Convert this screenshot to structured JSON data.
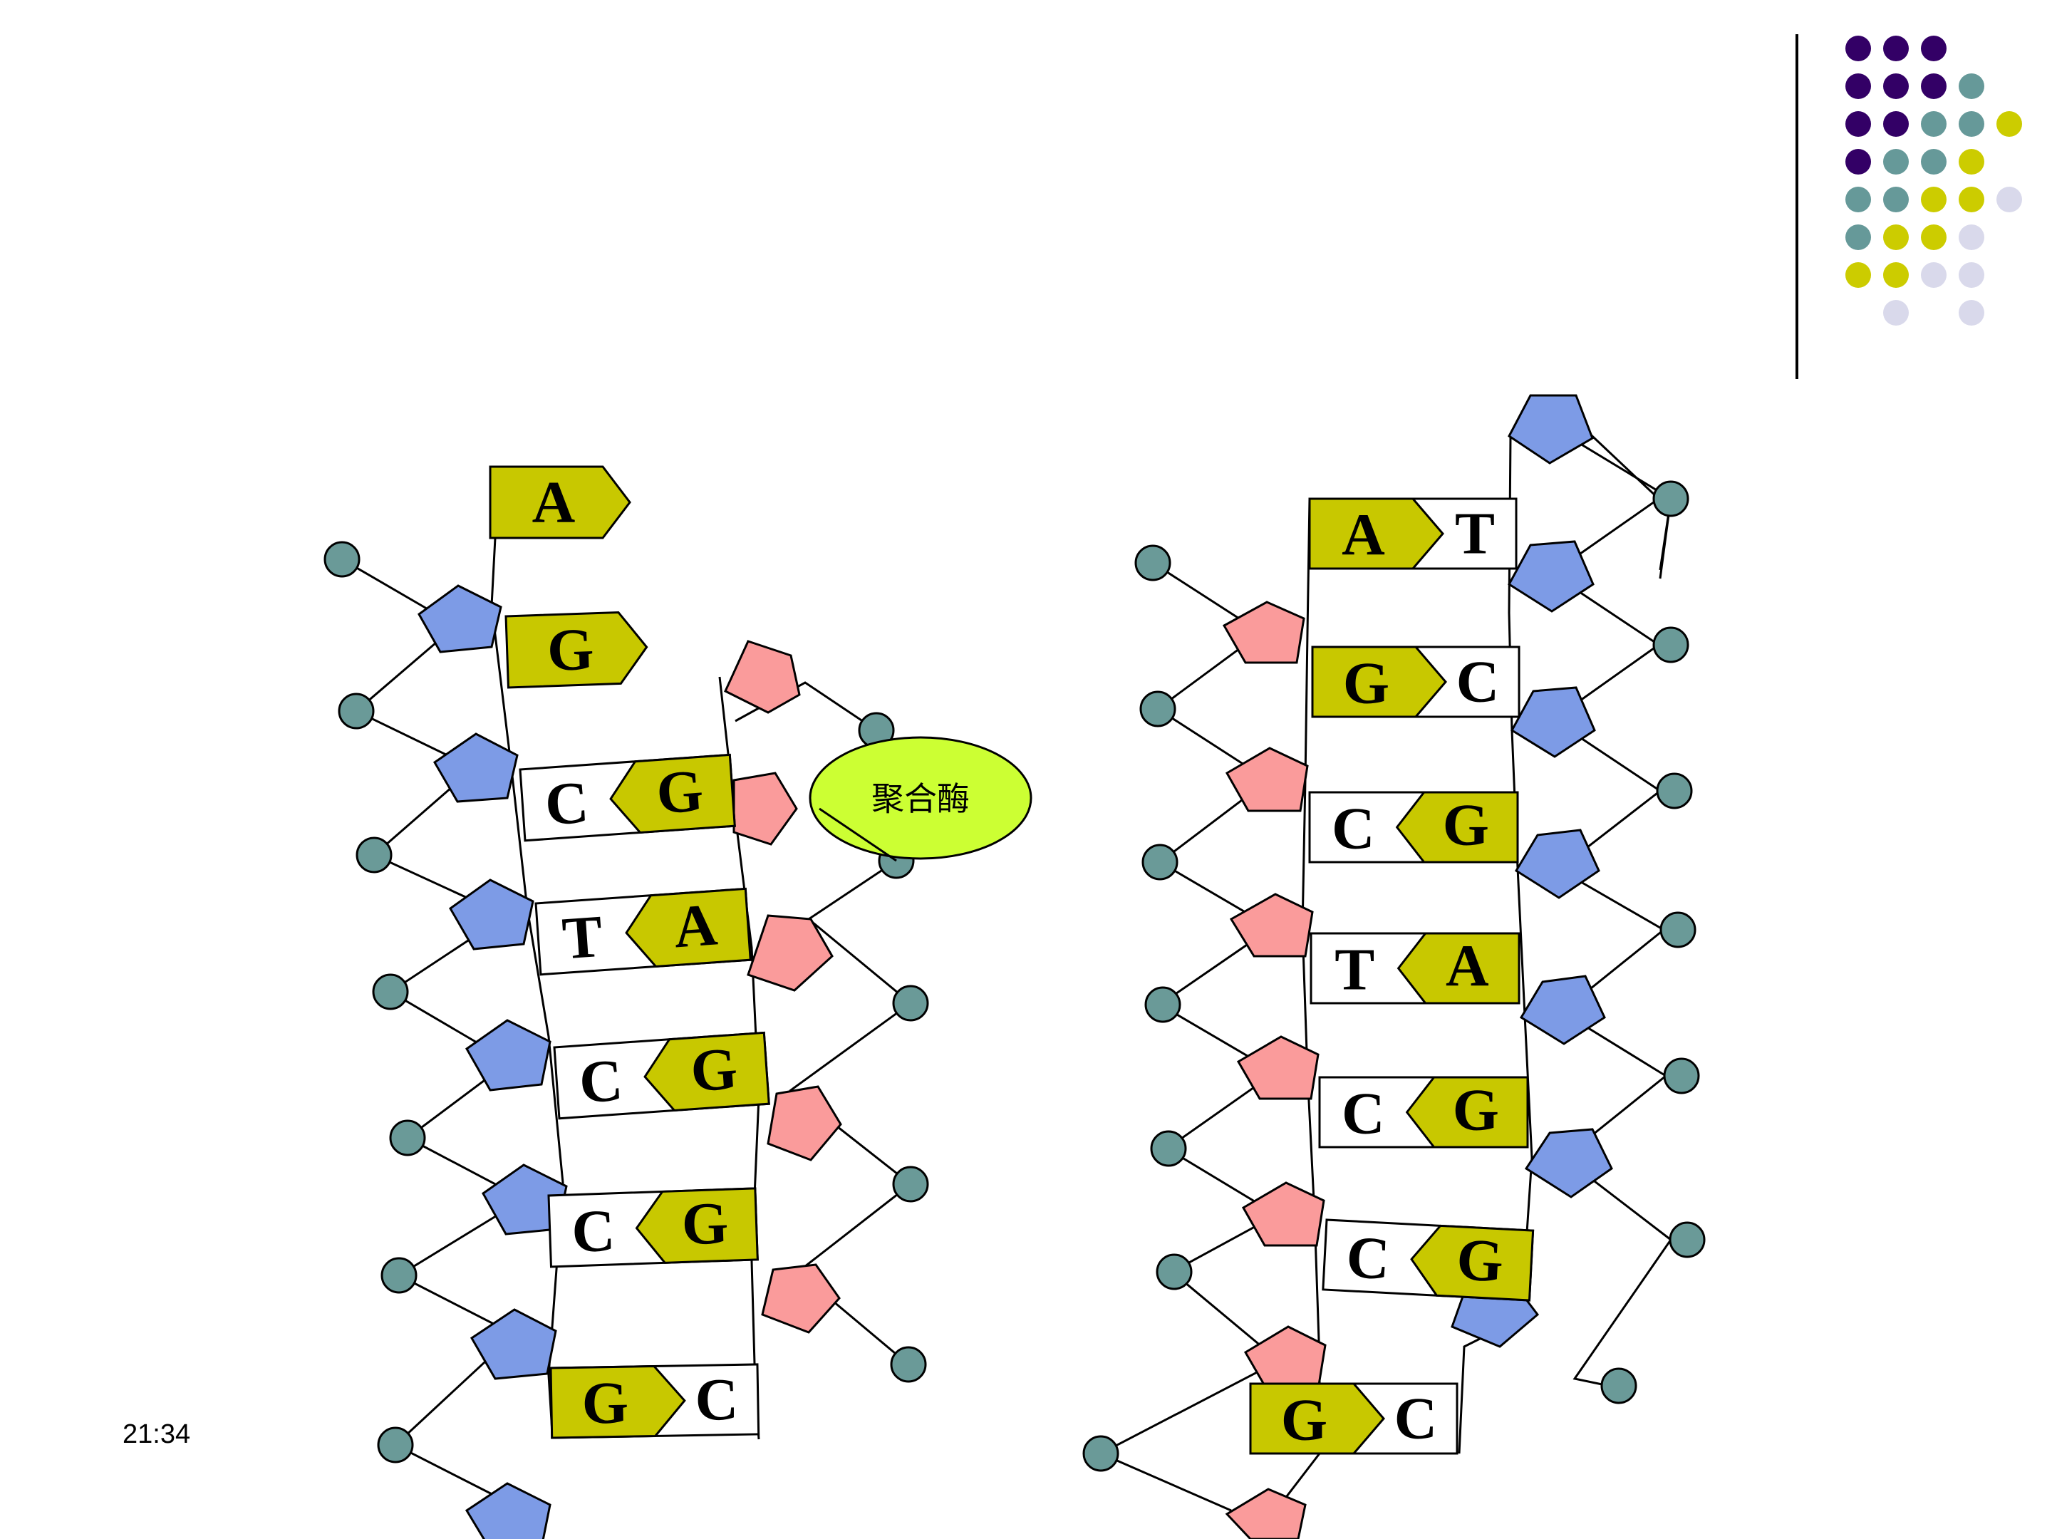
{
  "slide": {
    "time": "21:34",
    "enzyme_label": "聚合酶"
  },
  "colors": {
    "sugar_blue": "#7d9be6",
    "sugar_pink": "#fa9b9b",
    "phosphate": "#6a9a98",
    "base_yellow": "#c8c800",
    "enzyme_fill": "#ccff33",
    "dot_purple": "#330066",
    "dot_teal": "#669999",
    "dot_yellow": "#cccc00",
    "dot_lavender": "#d9d9eb"
  },
  "left_strand": {
    "free_bases": [
      "A",
      "G"
    ],
    "pairs": [
      {
        "template": "C",
        "new": "G"
      },
      {
        "template": "T",
        "new": "A"
      },
      {
        "template": "C",
        "new": "G"
      },
      {
        "template": "C",
        "new": "G"
      },
      {
        "template": "G",
        "new": "C"
      }
    ]
  },
  "right_strand": {
    "pairs": [
      {
        "template": "A",
        "new": "T"
      },
      {
        "template": "G",
        "new": "C"
      },
      {
        "template": "C",
        "new": "G"
      },
      {
        "template": "T",
        "new": "A"
      },
      {
        "template": "C",
        "new": "G"
      },
      {
        "template": "C",
        "new": "G"
      },
      {
        "template": "G",
        "new": "C"
      }
    ]
  }
}
